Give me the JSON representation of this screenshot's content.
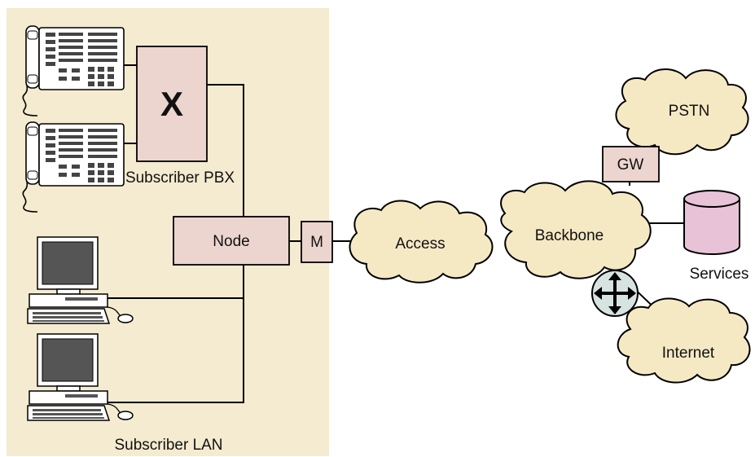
{
  "pbx": {
    "label": "Subscriber PBX",
    "symbol": "X"
  },
  "lan": {
    "label": "Subscriber LAN"
  },
  "node": {
    "label": "Node"
  },
  "modem": {
    "label": "M"
  },
  "gateway": {
    "label": "GW"
  },
  "clouds": {
    "access": "Access",
    "backbone": "Backbone",
    "pstn": "PSTN",
    "internet": "Internet"
  },
  "services": {
    "label": "Services"
  },
  "colors": {
    "premises": "#f4ebd0",
    "box": "#ecd5cf",
    "cloud": "#f5e9c4",
    "database": "#e8c3d8",
    "router": "#d7e3e1"
  },
  "icons": [
    "telephone-icon",
    "desktop-computer-icon",
    "cloud-icon",
    "database-icon",
    "router-icon"
  ]
}
